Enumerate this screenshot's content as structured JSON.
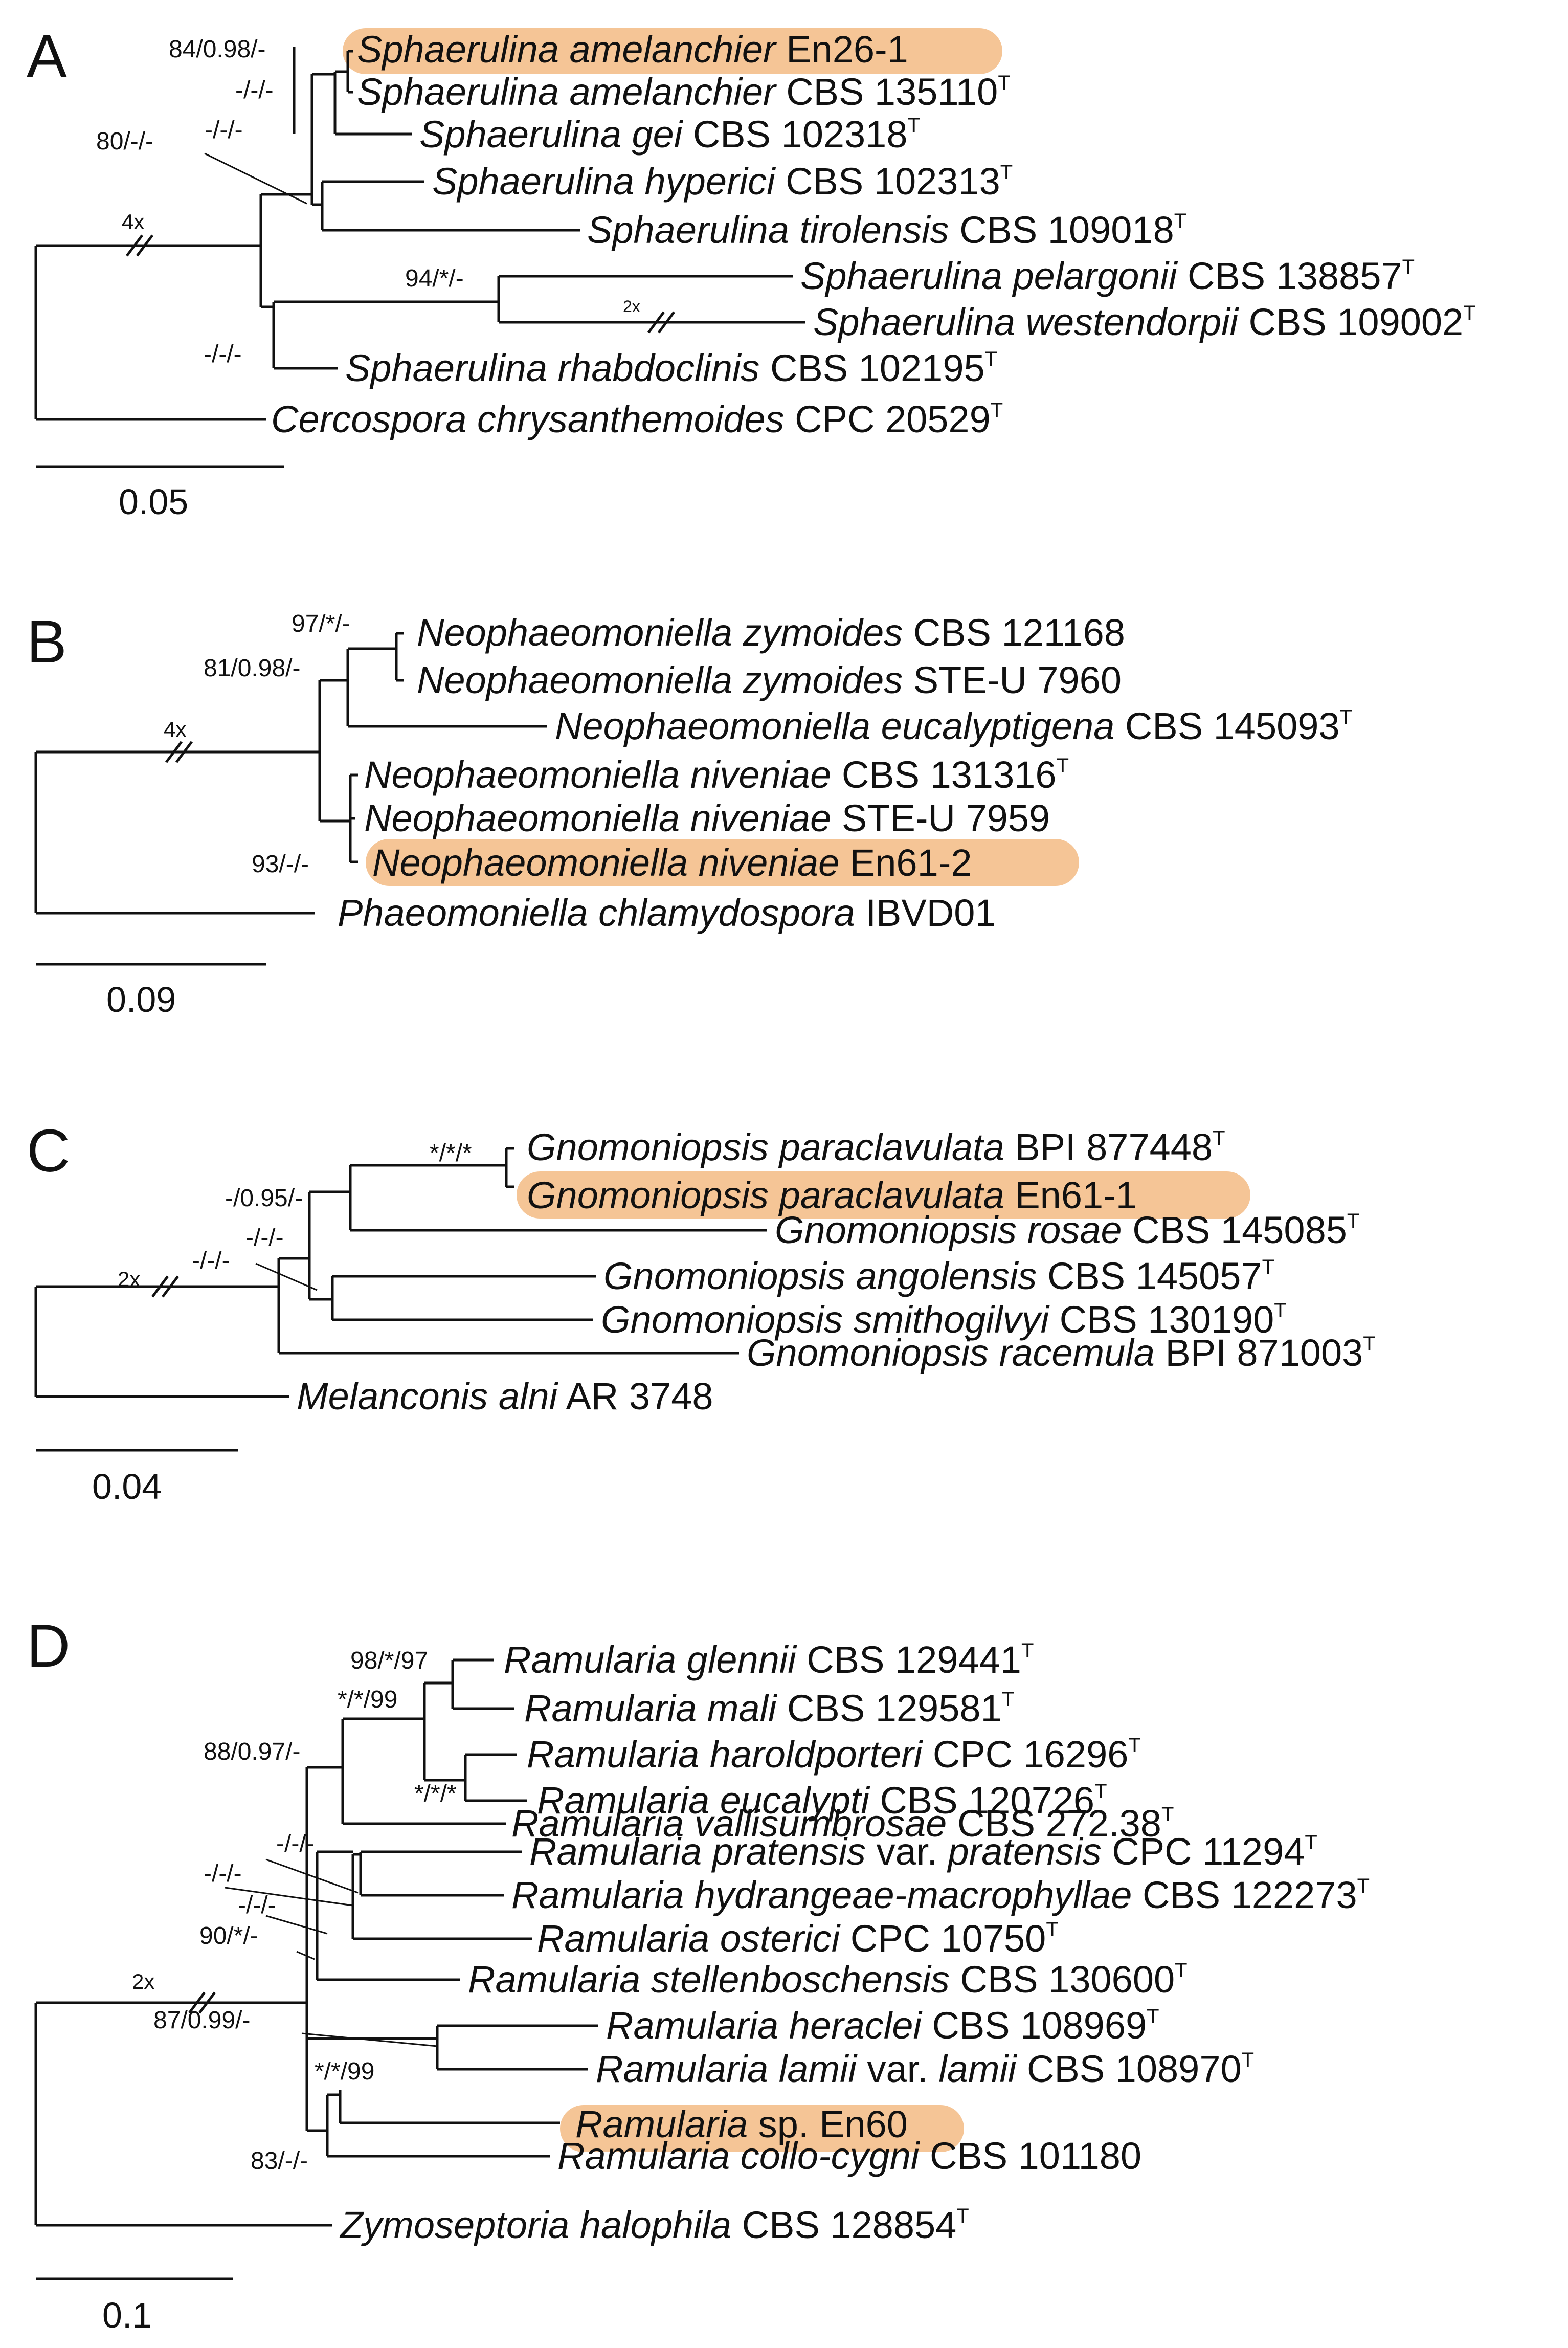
{
  "panels": [
    {
      "letter": "A",
      "scale": "0.05",
      "highlight_color": "#f5c596",
      "taxa": [
        {
          "genus": "Sphaerulina amelanchier",
          "rest": "En26-1",
          "type": false,
          "highlighted": true
        },
        {
          "genus": "Sphaerulina amelanchier",
          "rest": "CBS 135110",
          "type": true,
          "highlighted": false
        },
        {
          "genus": "Sphaerulina gei",
          "rest": "CBS 102318",
          "type": true,
          "highlighted": false
        },
        {
          "genus": "Sphaerulina hyperici",
          "rest": "CBS 102313",
          "type": true,
          "highlighted": false
        },
        {
          "genus": "Sphaerulina tirolensis",
          "rest": "CBS 109018",
          "type": true,
          "highlighted": false
        },
        {
          "genus": "Sphaerulina pelargonii",
          "rest": "CBS 138857",
          "type": true,
          "highlighted": false
        },
        {
          "genus": "Sphaerulina westendorpii",
          "rest": "CBS 109002",
          "type": true,
          "highlighted": false
        },
        {
          "genus": "Sphaerulina rhabdoclinis",
          "rest": "CBS 102195",
          "type": true,
          "highlighted": false
        },
        {
          "genus": "Cercospora chrysanthemoides",
          "rest": "CPC 20529",
          "type": true,
          "highlighted": false
        }
      ],
      "supports": [
        "84/0.98/-",
        "-/-/-",
        "80/-/-",
        "-/-/-",
        "94/*/-",
        "-/-/-"
      ],
      "breaks": [
        "4x",
        "2x"
      ]
    },
    {
      "letter": "B",
      "scale": "0.09",
      "taxa": [
        {
          "genus": "Neophaeomoniella zymoides",
          "rest": "CBS 121168",
          "type": false,
          "highlighted": false
        },
        {
          "genus": "Neophaeomoniella zymoides",
          "rest": "STE-U 7960",
          "type": false,
          "highlighted": false
        },
        {
          "genus": "Neophaeomoniella eucalyptigena",
          "rest": "CBS 145093",
          "type": true,
          "highlighted": false
        },
        {
          "genus": "Neophaeomoniella niveniae",
          "rest": "CBS 131316",
          "type": true,
          "highlighted": false
        },
        {
          "genus": "Neophaeomoniella niveniae",
          "rest": "STE-U 7959",
          "type": false,
          "highlighted": false
        },
        {
          "genus": "Neophaeomoniella niveniae",
          "rest": "En61-2",
          "type": false,
          "highlighted": true
        },
        {
          "genus": "Phaeomoniella chlamydospora",
          "rest": "IBVD01",
          "type": false,
          "highlighted": false
        }
      ],
      "supports": [
        "97/*/-",
        "81/0.98/-",
        "93/-/-"
      ],
      "breaks": [
        "4x"
      ]
    },
    {
      "letter": "C",
      "scale": "0.04",
      "taxa": [
        {
          "genus": "Gnomoniopsis paraclavulata",
          "rest": "BPI 877448",
          "type": true,
          "highlighted": false
        },
        {
          "genus": "Gnomoniopsis paraclavulata",
          "rest": "En61-1",
          "type": false,
          "highlighted": true
        },
        {
          "genus": "Gnomoniopsis rosae",
          "rest": "CBS 145085",
          "type": true,
          "highlighted": false
        },
        {
          "genus": "Gnomoniopsis angolensis",
          "rest": "CBS 145057",
          "type": true,
          "highlighted": false
        },
        {
          "genus": "Gnomoniopsis smithogilvyi",
          "rest": "CBS 130190",
          "type": true,
          "highlighted": false
        },
        {
          "genus": "Gnomoniopsis racemula",
          "rest": "BPI 871003",
          "type": true,
          "highlighted": false
        },
        {
          "genus": "Melanconis alni",
          "rest": "AR 3748",
          "type": false,
          "highlighted": false
        }
      ],
      "supports": [
        "*/*/*",
        "-/0.95/-",
        "-/-/-",
        "-/-/-"
      ],
      "breaks": [
        "2x"
      ]
    },
    {
      "letter": "D",
      "scale": "0.1",
      "taxa": [
        {
          "genus": "Ramularia glennii",
          "rest": "CBS 129441",
          "type": true,
          "highlighted": false
        },
        {
          "genus": "Ramularia mali",
          "rest": "CBS 129581",
          "type": true,
          "highlighted": false
        },
        {
          "genus": "Ramularia haroldporteri",
          "rest": "CPC 16296",
          "type": true,
          "highlighted": false
        },
        {
          "genus": "Ramularia eucalypti",
          "rest": "CBS 120726",
          "type": true,
          "highlighted": false
        },
        {
          "genus": "Ramularia vallisumbrosae",
          "rest": "CBS 272.38",
          "type": true,
          "highlighted": false
        },
        {
          "genus": "Ramularia pratensis",
          "mid": "var.",
          "genus2": "pratensis",
          "rest": "CPC 11294",
          "type": true,
          "highlighted": false
        },
        {
          "genus": "Ramularia hydrangeae-macrophyllae",
          "rest": "CBS 122273",
          "type": true,
          "highlighted": false
        },
        {
          "genus": "Ramularia osterici",
          "rest": "CPC 10750",
          "type": true,
          "highlighted": false
        },
        {
          "genus": "Ramularia stellenboschensis",
          "rest": "CBS 130600",
          "type": true,
          "highlighted": false
        },
        {
          "genus": "Ramularia heraclei",
          "rest": "CBS 108969",
          "type": true,
          "highlighted": false
        },
        {
          "genus": "Ramularia lamii",
          "mid": "var.",
          "genus2": "lamii",
          "rest": "CBS 108970",
          "type": true,
          "highlighted": false
        },
        {
          "genus": "Ramularia",
          "rest": "sp. En60",
          "type": false,
          "highlighted": true
        },
        {
          "genus": "Ramularia collo-cygni",
          "rest": "CBS 101180",
          "type": false,
          "highlighted": false
        },
        {
          "genus": "Zymoseptoria halophila",
          "rest": "CBS 128854",
          "type": true,
          "highlighted": false
        }
      ],
      "supports": [
        "98/*/97",
        "*/*/99",
        "88/0.97/-",
        "*/*/*",
        "-/-/-",
        "-/-/-",
        "-/-/-",
        "90/*/-",
        "87/0.99/-",
        "*/*/99",
        "83/-/-"
      ],
      "breaks": [
        "2x"
      ]
    }
  ],
  "type_marker": "T"
}
